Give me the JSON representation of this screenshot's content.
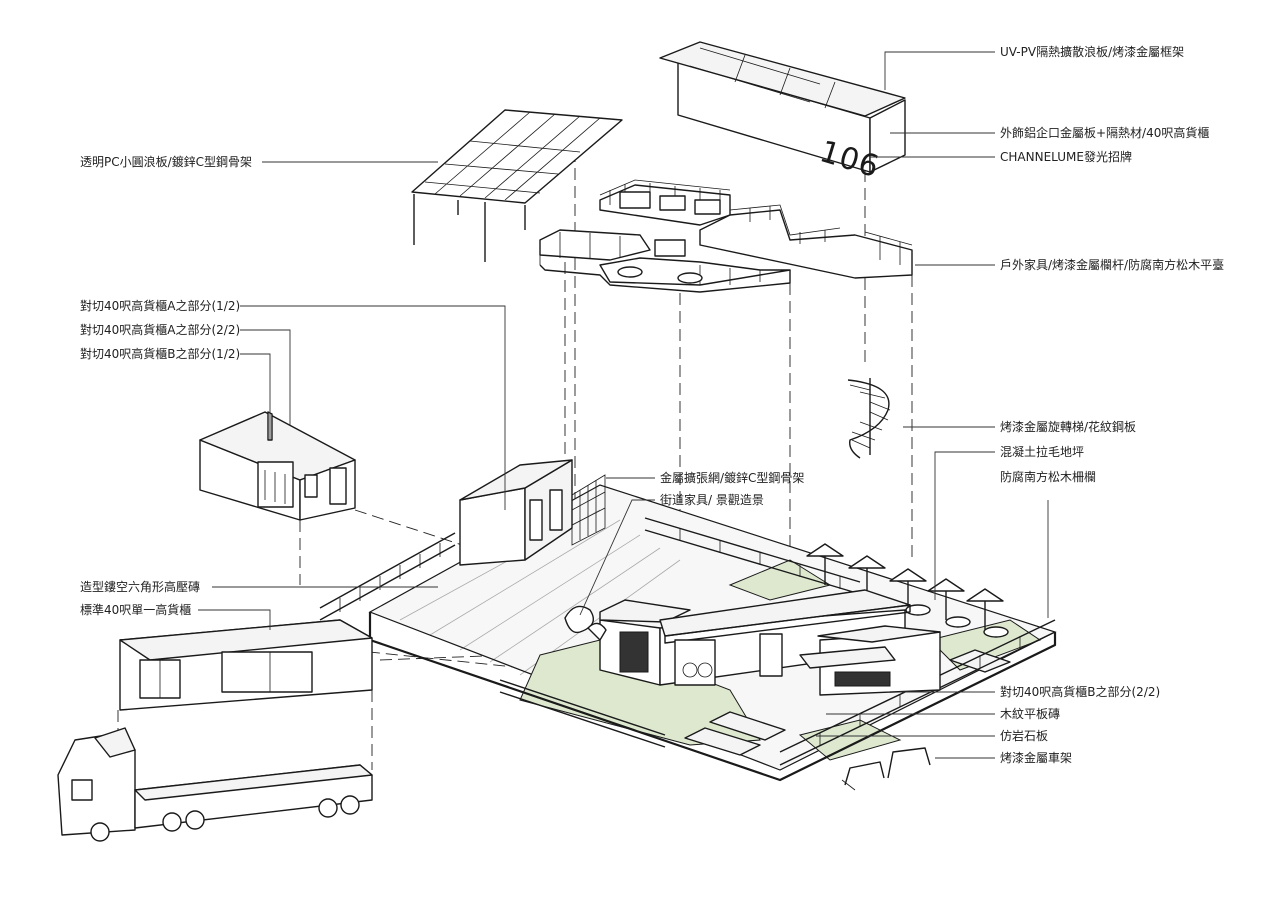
{
  "signage": {
    "number": "106"
  },
  "labels_left": {
    "pc_roof": "透明PC小圓浪板/鍍鋅C型鋼骨架",
    "container_a1": "對切40呎高貨櫃A之部分(1/2)",
    "container_a2": "對切40呎高貨櫃A之部分(2/2)",
    "container_b1": "對切40呎高貨櫃B之部分(1/2)",
    "hex_paver": "造型鏤空六角形高壓磚",
    "standard_container": "標準40呎單一高貨櫃"
  },
  "labels_center": {
    "mesh_frame": "金屬擴張網/鍍鋅C型鋼骨架",
    "street_furniture": "街道家具/ 景觀造景"
  },
  "labels_right": {
    "uvpv": "UV-PV隔熱擴散浪板/烤漆金屬框架",
    "cladding": "外飾鋁企口金屬板+隔熱材/40呎高貨櫃",
    "channellume": "CHANNELUME發光招牌",
    "outdoor_deck": "戶外家具/烤漆金屬欄杆/防腐南方松木平臺",
    "spiral_stair": "烤漆金屬旋轉梯/花紋鋼板",
    "concrete_floor": "混凝土拉毛地坪",
    "pine_fence": "防腐南方松木柵欄",
    "container_b2": "對切40呎高貨櫃B之部分(2/2)",
    "wood_tile": "木紋平板磚",
    "stone_slab": "仿岩石板",
    "bike_rack": "烤漆金屬車架"
  },
  "colors": {
    "line": "#1a1a1a",
    "grass": "#dde8cf",
    "background": "#ffffff"
  }
}
